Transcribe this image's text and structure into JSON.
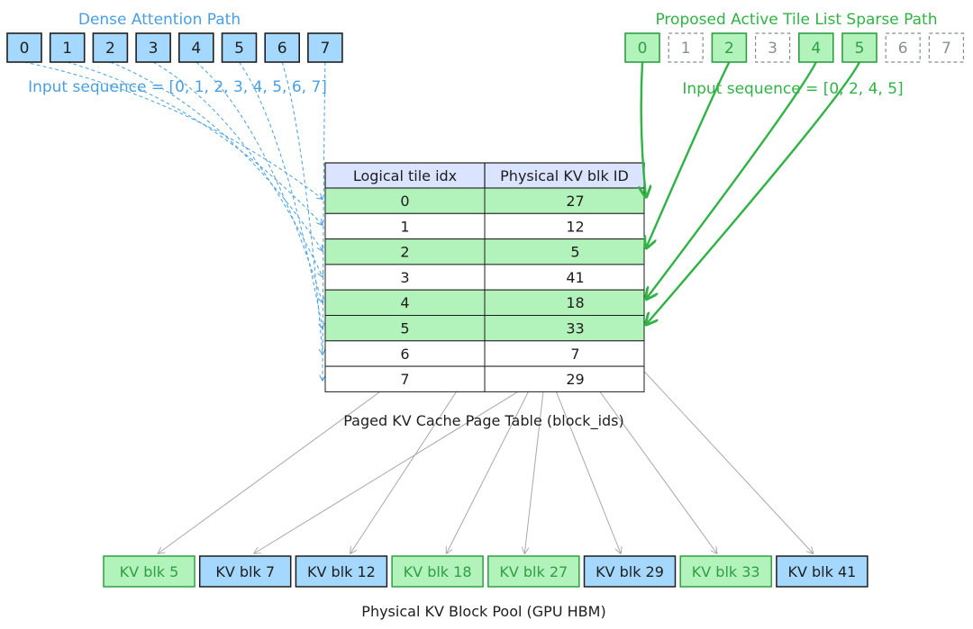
{
  "colors": {
    "dense_blue": "#4a9fe0",
    "blue_fill": "#a5d8ff",
    "sparse_green": "#2fb344",
    "green_fill": "#b2f2bb",
    "green_text": "#2f9e44",
    "inactive_gray": "#868e96",
    "header_fill": "#dbe4ff",
    "ink": "#1e1e1e",
    "pool_arrow": "#a8a8a8"
  },
  "dense": {
    "title": "Dense Attention Path",
    "tiles": [
      "0",
      "1",
      "2",
      "3",
      "4",
      "5",
      "6",
      "7"
    ],
    "sequence_label": "Input sequence = [0, 1, 2, 3, 4, 5, 6, 7]"
  },
  "sparse": {
    "title": "Proposed Active Tile List Sparse Path",
    "tiles": [
      {
        "label": "0",
        "active": true
      },
      {
        "label": "1",
        "active": false
      },
      {
        "label": "2",
        "active": true
      },
      {
        "label": "3",
        "active": false
      },
      {
        "label": "4",
        "active": true
      },
      {
        "label": "5",
        "active": true
      },
      {
        "label": "6",
        "active": false
      },
      {
        "label": "7",
        "active": false
      }
    ],
    "sequence_label": "Input sequence = [0, 2, 4, 5]"
  },
  "page_table": {
    "headers": [
      "Logical tile idx",
      "Physical KV blk ID"
    ],
    "rows": [
      {
        "logical": "0",
        "physical": "27",
        "active": true
      },
      {
        "logical": "1",
        "physical": "12",
        "active": false
      },
      {
        "logical": "2",
        "physical": "5",
        "active": true
      },
      {
        "logical": "3",
        "physical": "41",
        "active": false
      },
      {
        "logical": "4",
        "physical": "18",
        "active": true
      },
      {
        "logical": "5",
        "physical": "33",
        "active": true
      },
      {
        "logical": "6",
        "physical": "7",
        "active": false
      },
      {
        "logical": "7",
        "physical": "29",
        "active": false
      }
    ],
    "caption": "Paged KV Cache Page Table (block_ids)"
  },
  "pool": {
    "blocks": [
      {
        "id": "5",
        "label": "KV blk 5",
        "active": true
      },
      {
        "id": "7",
        "label": "KV blk 7",
        "active": false
      },
      {
        "id": "12",
        "label": "KV blk 12",
        "active": false
      },
      {
        "id": "18",
        "label": "KV blk 18",
        "active": true
      },
      {
        "id": "27",
        "label": "KV blk 27",
        "active": true
      },
      {
        "id": "29",
        "label": "KV blk 29",
        "active": false
      },
      {
        "id": "33",
        "label": "KV blk 33",
        "active": true
      },
      {
        "id": "41",
        "label": "KV blk 41",
        "active": false
      }
    ],
    "caption": "Physical KV Block Pool (GPU HBM)"
  }
}
